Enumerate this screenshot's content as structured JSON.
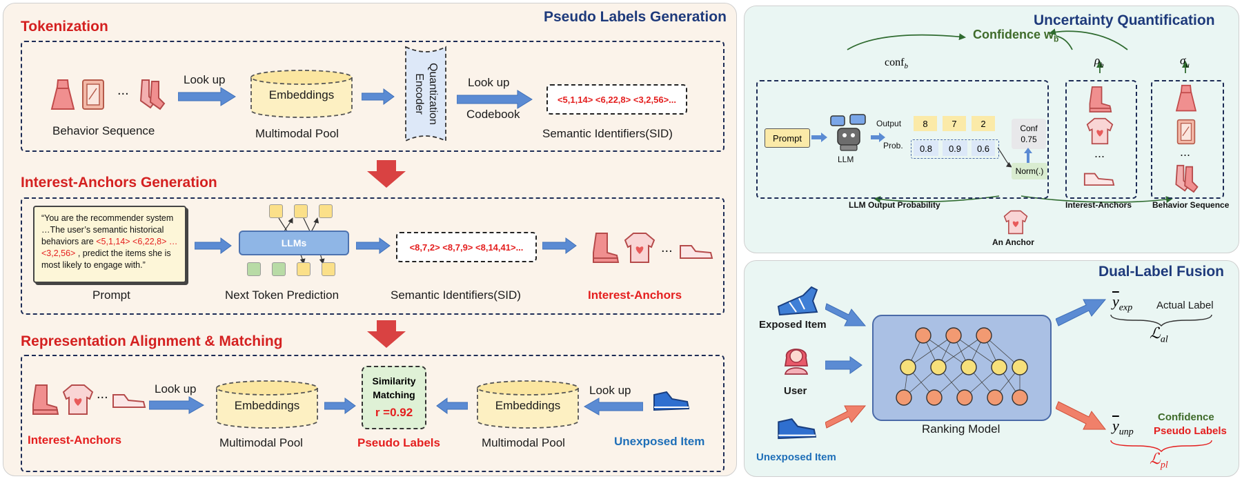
{
  "left_panel": {
    "title": "Pseudo Labels Generation",
    "tokenization": {
      "title": "Tokenization",
      "look_up": "Look up",
      "embeddings": "Embeddings",
      "encoder": "Quantization Encoder",
      "look_up2": "Look up",
      "codebook": "Codebook",
      "sid": "<5,1,14> <6,22,8> <3,2,56>...",
      "behavior_sequence": "Behavior Sequence",
      "multimodal_pool": "Multimodal Pool",
      "semantic_identifiers": "Semantic Identifiers(SID)",
      "ellipsis": "..."
    },
    "interest": {
      "title": "Interest-Anchors Generation",
      "prompt_text_1": "“You are the recommender system …The user’s semantic historical behaviors are ",
      "prompt_red_1": "<5,1,14> <6,22,8> …<3,2,56>",
      "prompt_text_2": " , predict the items she is most likely to engage with.”",
      "llms": "LLMs",
      "sid": "<8,7,2> <8,7,9> <8,14,41>...",
      "prompt": "Prompt",
      "next_token": "Next Token Prediction",
      "semantic_identifiers": "Semantic Identifiers(SID)",
      "interest_anchors": "Interest-Anchors",
      "ellipsis": "..."
    },
    "alignment": {
      "title": "Representation Alignment & Matching",
      "look_up": "Look up",
      "embeddings": "Embeddings",
      "similarity": "Similarity Matching",
      "r_value": "r =0.92",
      "embeddings2": "Embeddings",
      "look_up2": "Look up",
      "interest_anchors": "Interest-Anchors",
      "multimodal_pool": "Multimodal Pool",
      "pseudo_labels": "Pseudo Labels",
      "multimodal_pool2": "Multimodal Pool",
      "unexposed_item": "Unexposed Item",
      "ellipsis": "..."
    }
  },
  "uncertainty": {
    "title": "Uncertainty Quantification",
    "confidence": "Confidence w",
    "confidence_sub": "b",
    "conf_b": "conf",
    "conf_b_sub": "b",
    "rho_b": "ρ",
    "rho_b_sub": "b",
    "sigma_u": "σ",
    "sigma_u_sub": "u",
    "prompt": "Prompt",
    "llm": "LLM",
    "output": "Output",
    "outputs": [
      "8",
      "7",
      "2"
    ],
    "prob": "Prob.",
    "probs": [
      "0.8",
      "0.9",
      "0.6"
    ],
    "conf_label": "Conf",
    "conf_value": "0.75",
    "norm": "Norm(.)",
    "llm_output_probability": "LLM Output Probability",
    "interest_anchors": "Interest-Anchors",
    "behavior_sequence": "Behavior Sequence",
    "an_anchor": "An Anchor",
    "ellipsis": "..."
  },
  "dual": {
    "title": "Dual-Label Fusion",
    "exposed_item": "Exposed Item",
    "user": "User",
    "unexposed_item": "Unexposed Item",
    "ranking_model": "Ranking Model",
    "y_exp": "y",
    "y_exp_sub": "exp",
    "actual_label": "Actual Label",
    "l_al": "ℒ",
    "l_al_sub": "al",
    "y_unp": "y",
    "y_unp_sub": "unp",
    "confidence": "Confidence",
    "pseudo_labels": "Pseudo Labels",
    "l_pl": "ℒ",
    "l_pl_sub": "pl"
  },
  "colors": {
    "title_blue": "#1e3a7b",
    "section_red": "#d42020",
    "arrow_blue": "#5b8bd3",
    "arrow_red": "#d94242",
    "panel_left": "#fbf3ea",
    "panel_right": "#eaf6f3"
  }
}
